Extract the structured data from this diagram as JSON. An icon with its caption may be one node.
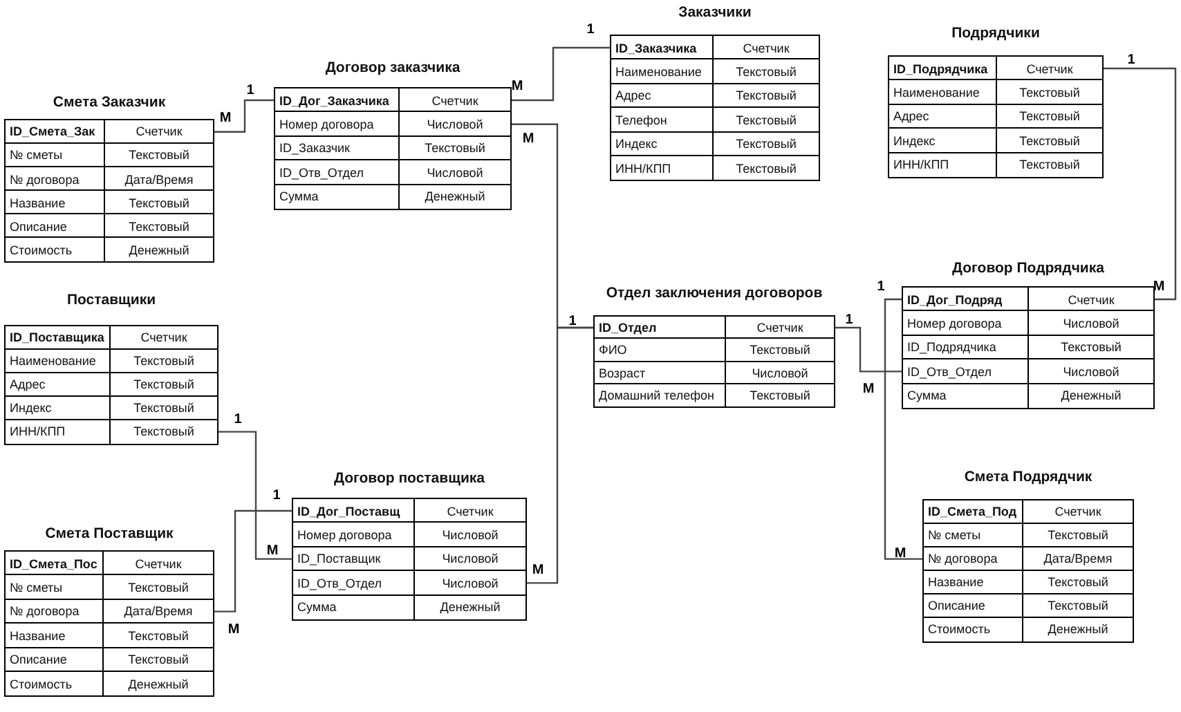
{
  "diagram": {
    "nodes": [
      {
        "text": [
          "Смета Заказчик"
        ]
      },
      {
        "text": [
          "ID_Смета_Зак",
          "Счетчик"
        ],
        "in": 0
      },
      {
        "text": [
          "№ сметы",
          "Текстовый"
        ],
        "in": 0
      },
      {
        "text": [
          "№ договора",
          "Дата/Время"
        ],
        "in": 0
      },
      {
        "text": [
          "Название",
          "Текстовый"
        ],
        "in": 0
      },
      {
        "text": [
          "Описание",
          "Текстовый"
        ],
        "in": 0
      },
      {
        "text": [
          "Стоимость",
          "Денежный"
        ],
        "in": 0
      },
      {
        "text": [
          "Договор заказчика"
        ]
      },
      {
        "text": [
          "ID_Дог_Заказчика",
          "Счетчик"
        ],
        "in": 7
      },
      {
        "text": [
          "Номер договора",
          "Числовой"
        ],
        "in": 7
      },
      {
        "text": [
          "ID_Заказчик",
          "Текстовый"
        ],
        "in": 7
      },
      {
        "text": [
          "ID_Отв_Отдел",
          "Числовой"
        ],
        "in": 7
      },
      {
        "text": [
          "Сумма",
          "Денежный"
        ],
        "in": 7
      },
      {
        "text": [
          "Заказчики"
        ]
      },
      {
        "text": [
          "ID_Заказчика",
          "Счетчик"
        ],
        "in": 13
      },
      {
        "text": [
          "Наименование",
          "Текстовый"
        ],
        "in": 13
      },
      {
        "text": [
          "Адрес",
          "Текстовый"
        ],
        "in": 13
      },
      {
        "text": [
          "Телефон",
          "Текстовый"
        ],
        "in": 13
      },
      {
        "text": [
          "Индекс",
          "Текстовый"
        ],
        "in": 13
      },
      {
        "text": [
          "ИНН/КПП",
          "Текстовый"
        ],
        "in": 13
      },
      {
        "text": [
          "Подрядчики"
        ]
      },
      {
        "text": [
          "ID_Подрядчика",
          "Счетчик"
        ],
        "in": 20
      },
      {
        "text": [
          "Наименование",
          "Текстовый"
        ],
        "in": 20
      },
      {
        "text": [
          "Адрес",
          "Текстовый"
        ],
        "in": 20
      },
      {
        "text": [
          "Индекс",
          "Текстовый"
        ],
        "in": 20
      },
      {
        "text": [
          "ИНН/КПП",
          "Текстовый"
        ],
        "in": 20
      },
      {
        "text": [
          "Поставщики"
        ]
      },
      {
        "text": [
          "ID_Поставщика",
          "Счетчик"
        ],
        "in": 26
      },
      {
        "text": [
          "Наименование",
          "Текстовый"
        ],
        "in": 26
      },
      {
        "text": [
          "Адрес",
          "Текстовый"
        ],
        "in": 26
      },
      {
        "text": [
          "Индекс",
          "Текстовый"
        ],
        "in": 26
      },
      {
        "text": [
          "ИНН/КПП",
          "Текстовый"
        ],
        "in": 26
      },
      {
        "text": [
          "Отдел заключения договоров"
        ]
      },
      {
        "text": [
          "ID_Отдел",
          "Счетчик"
        ],
        "in": 32
      },
      {
        "text": [
          "ФИО",
          "Текстовый"
        ],
        "in": 32
      },
      {
        "text": [
          "Возраст",
          "Числовой"
        ],
        "in": 32
      },
      {
        "text": [
          "Домашний телефон",
          "Текстовый"
        ],
        "in": 32
      },
      {
        "text": [
          "Договор Подрядчика"
        ]
      },
      {
        "text": [
          "ID_Дог_Подряд",
          "Счетчик"
        ],
        "in": 37
      },
      {
        "text": [
          "Номер договора",
          "Числовой"
        ],
        "in": 37
      },
      {
        "text": [
          "ID_Подрядчика",
          "Текстовый"
        ],
        "in": 37
      },
      {
        "text": [
          "ID_Отв_Отдел",
          "Числовой"
        ],
        "in": 37
      },
      {
        "text": [
          "Сумма",
          "Денежный"
        ],
        "in": 37
      },
      {
        "text": [
          "Смета Поставщик"
        ]
      },
      {
        "text": [
          "ID_Смета_Пос",
          "Счетчик"
        ],
        "in": 43
      },
      {
        "text": [
          "№ сметы",
          "Текстовый"
        ],
        "in": 43
      },
      {
        "text": [
          "№ договора",
          "Дата/Время"
        ],
        "in": 43
      },
      {
        "text": [
          "Название",
          "Текстовый"
        ],
        "in": 43
      },
      {
        "text": [
          "Описание",
          "Текстовый"
        ],
        "in": 43
      },
      {
        "text": [
          "Стоимость",
          "Денежный"
        ],
        "in": 43
      },
      {
        "text": [
          "Договор поставщика"
        ]
      },
      {
        "text": [
          "ID_Дог_Поставщ",
          "Счетчик"
        ],
        "in": 50
      },
      {
        "text": [
          "Номер договора",
          "Числовой"
        ],
        "in": 50
      },
      {
        "text": [
          "ID_Поставщик",
          "Числовой"
        ],
        "in": 50
      },
      {
        "text": [
          "ID_Отв_Отдел",
          "Числовой"
        ],
        "in": 50
      },
      {
        "text": [
          "Сумма",
          "Денежный"
        ],
        "in": 50
      },
      {
        "text": [
          "Смета Подрядчик"
        ]
      },
      {
        "text": [
          "ID_Смета_Под",
          "Счетчик"
        ],
        "in": 56
      },
      {
        "text": [
          "№ сметы",
          "Текстовый"
        ],
        "in": 56
      },
      {
        "text": [
          "№ договора",
          "Дата/Время"
        ],
        "in": 56
      },
      {
        "text": [
          "Название",
          "Текстовый"
        ],
        "in": 56
      },
      {
        "text": [
          "Описание",
          "Текстовый"
        ],
        "in": 56
      },
      {
        "text": [
          "Стоимость",
          "Денежный"
        ],
        "in": 56
      }
    ],
    "edges": [
      {
        "from": 14,
        "to": 8,
        "arrow": "none"
      },
      {
        "from": 8,
        "to": 1,
        "arrow": "none"
      },
      {
        "from": 33,
        "to": 9,
        "arrow": "none"
      },
      {
        "from": 33,
        "to": 54,
        "arrow": "none"
      },
      {
        "from": 31,
        "to": 53,
        "arrow": "none"
      },
      {
        "from": 51,
        "to": 46,
        "arrow": "none"
      },
      {
        "from": 33,
        "to": 41,
        "arrow": "none"
      },
      {
        "from": 21,
        "to": 38,
        "arrow": "none"
      },
      {
        "from": 38,
        "to": 59,
        "arrow": "none"
      }
    ],
    "labels": [
      "1",
      "1",
      "M",
      "1",
      "M",
      "M",
      "1",
      "M",
      "1",
      "1",
      "M",
      "1",
      "1",
      "M",
      "M",
      "M",
      "M"
    ]
  }
}
